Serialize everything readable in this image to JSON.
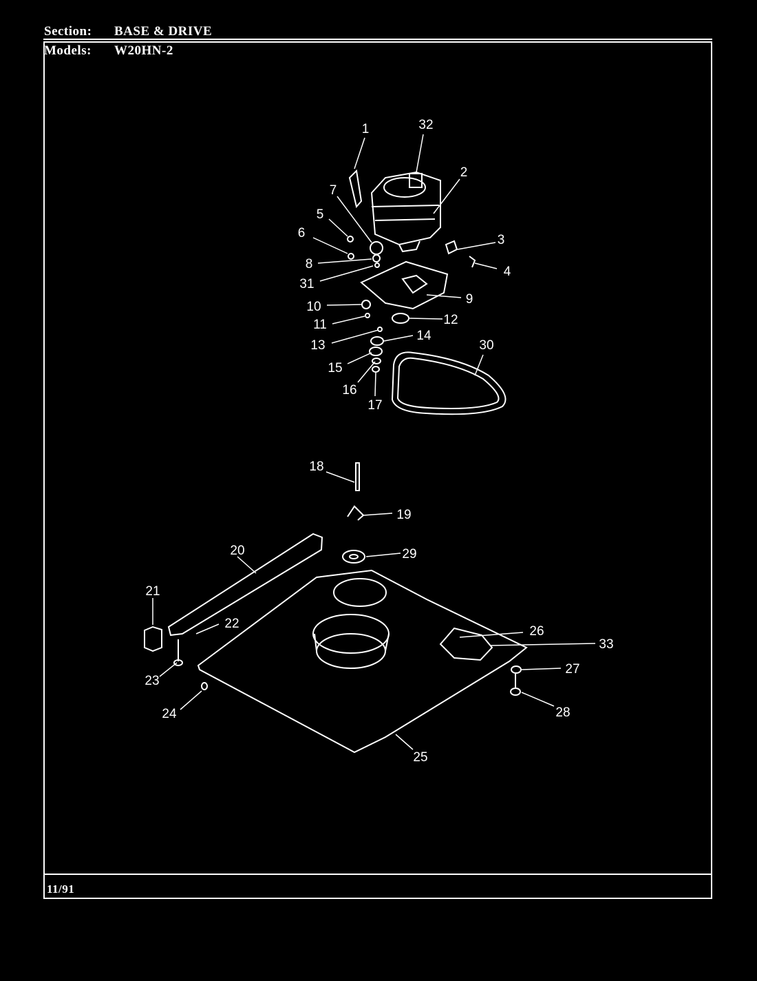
{
  "header": {
    "section_label": "Section:",
    "section_value": "BASE & DRIVE",
    "models_label": "Models:",
    "models_value": "W20HN-2"
  },
  "footer": {
    "date": "11/91"
  },
  "callouts": [
    "1",
    "2",
    "3",
    "4",
    "5",
    "6",
    "7",
    "8",
    "9",
    "10",
    "11",
    "12",
    "13",
    "14",
    "15",
    "16",
    "17",
    "18",
    "19",
    "20",
    "21",
    "22",
    "23",
    "24",
    "25",
    "26",
    "27",
    "28",
    "29",
    "30",
    "31",
    "32",
    "33"
  ]
}
